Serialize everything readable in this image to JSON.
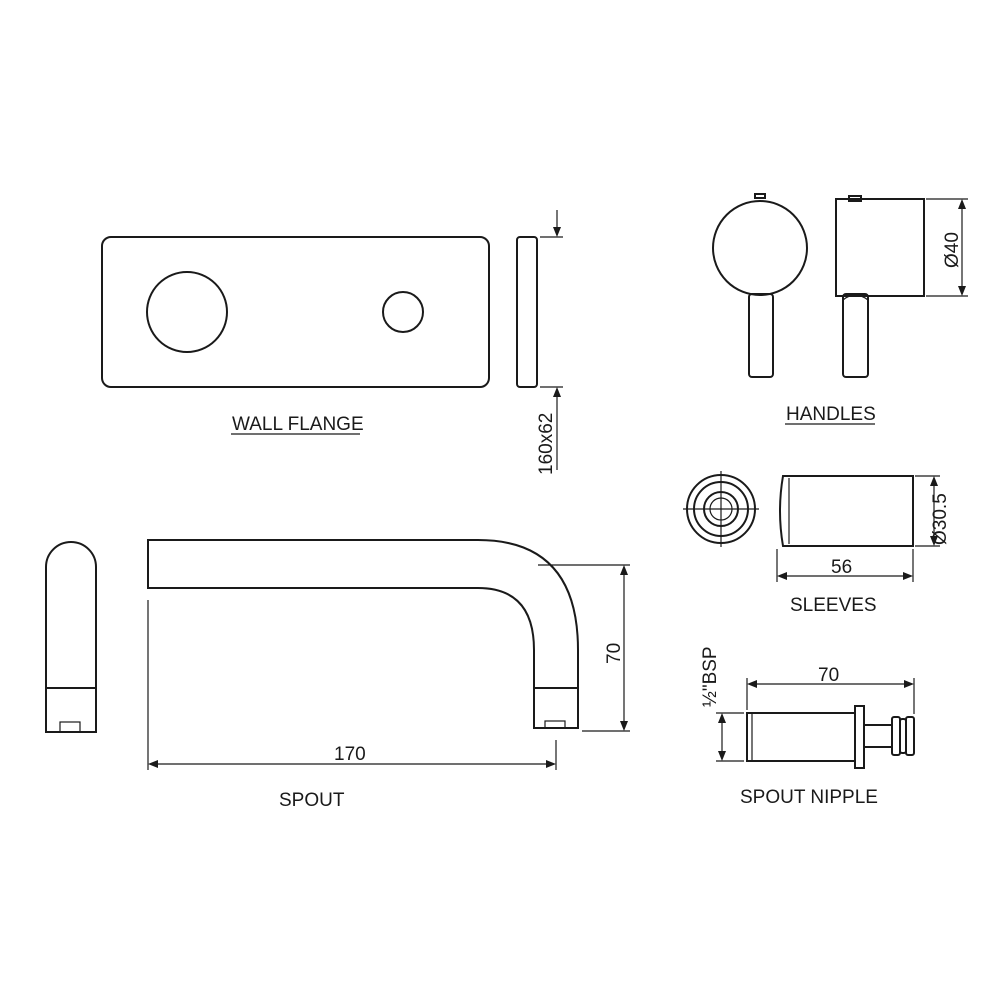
{
  "labels": {
    "wall_flange": "WALL FLANGE",
    "handles": "HANDLES",
    "sleeves": "SLEEVES",
    "spout": "SPOUT",
    "spout_nipple": "SPOUT NIPPLE"
  },
  "dimensions": {
    "flange_size": "160x62",
    "handle_diameter": "Ø40",
    "sleeve_diameter": "Ø30.5",
    "sleeve_length": "56",
    "spout_length": "170",
    "spout_height": "70",
    "nipple_length": "70",
    "nipple_thread": "½\"BSP"
  }
}
